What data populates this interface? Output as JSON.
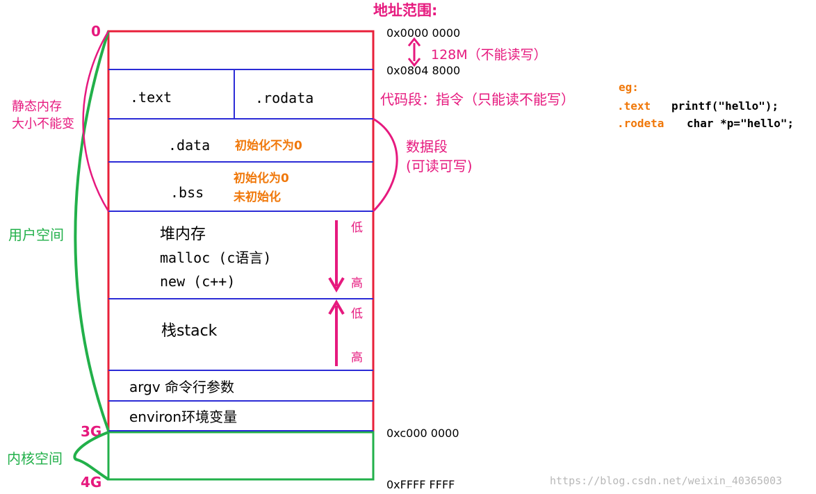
{
  "header": {
    "title": "地址范围:"
  },
  "addresses": {
    "a0": "0x0000 0000",
    "a1": "0x0804 8000",
    "a3g": "0xc000 0000",
    "a4g": "0xFFFF FFFF"
  },
  "left_marks": {
    "m0": "0",
    "m3g": "3G",
    "m4g": "4G"
  },
  "left_labels": {
    "static_line1": "静态内存",
    "static_line2": "大小不能变",
    "user_space": "用户空间",
    "kernel_space": "内核空间"
  },
  "segments": {
    "reserved_size": "128M（不能读写）",
    "text": ".text",
    "rodata": ".rodata",
    "code_desc": "代码段：指令（只能读不能写）",
    "data": ".data",
    "data_note": "初始化不为0",
    "bss": ".bss",
    "bss_note1": "初始化为0",
    "bss_note2": "未初始化",
    "data_segment_line1": "数据段",
    "data_segment_line2": "(可读可写)",
    "heap_line1": "堆内存",
    "heap_line2": "malloc (c语言)",
    "heap_line3": "new (c++)",
    "heap_low": "低",
    "heap_high": "高",
    "stack": "栈stack",
    "stack_low": "低",
    "stack_high": "高",
    "argv": "argv 命令行参数",
    "environ": "environ环境变量"
  },
  "example": {
    "eg": "eg:",
    "text_key": ".text",
    "text_code": "printf(\"hello\");",
    "rodata_key": ".rodeta",
    "rodata_code": "char *p=\"hello\";"
  },
  "watermark": "https://blog.csdn.net/weixin_40365003",
  "colors": {
    "red_box": "#e8203a",
    "blue_line": "#2b2bd6",
    "green": "#22b04a",
    "magenta": "#e6197e",
    "orange": "#f0780a",
    "watermark": "#b8b8b8"
  }
}
